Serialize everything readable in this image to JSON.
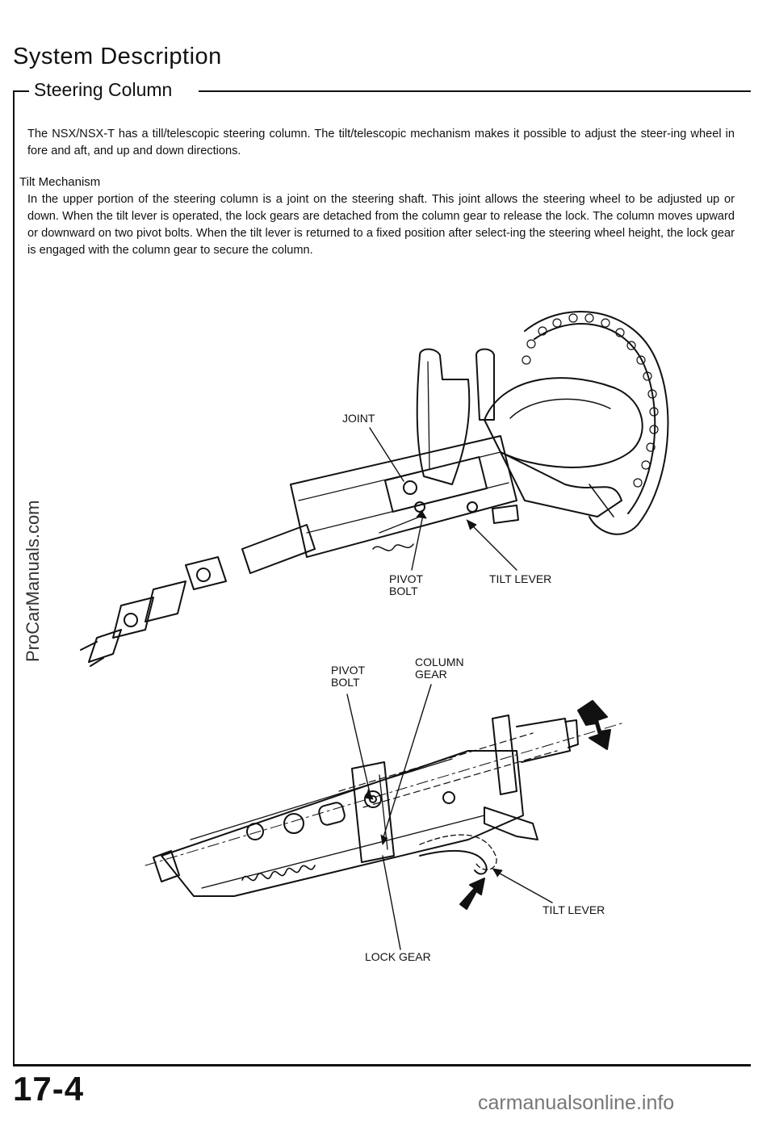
{
  "page": {
    "title": "System Description",
    "section_title": "Steering Column",
    "intro": "The NSX/NSX-T has a till/telescopic steering column. The tilt/telescopic mechanism makes it possible to adjust the steer-ing wheel in fore and aft, and up and down directions.",
    "subsection": "Tilt Mechanism",
    "body": "In the upper portion of the steering column is a joint on the steering shaft. This joint allows the steering wheel to be adjusted up or down. When the tilt lever is operated, the lock gears are detached from the column gear to release the lock. The column moves upward or downward on two pivot bolts. When the tilt lever is returned to a fixed position after select-ing the steering wheel height, the lock gear is engaged with the column gear to secure the column.",
    "page_number": "17-4"
  },
  "figure_top": {
    "labels": {
      "joint": "JOINT",
      "pivot_bolt": "PIVOT\nBOLT",
      "tilt_lever": "TILT LEVER"
    }
  },
  "figure_bottom": {
    "labels": {
      "pivot_bolt": "PIVOT\nBOLT",
      "column_gear": "COLUMN\nGEAR",
      "tilt_lever": "TILT LEVER",
      "lock_gear": "LOCK GEAR"
    }
  },
  "watermarks": {
    "side": "ProCarManuals.com",
    "bottom": "carmanualsonline.info"
  }
}
